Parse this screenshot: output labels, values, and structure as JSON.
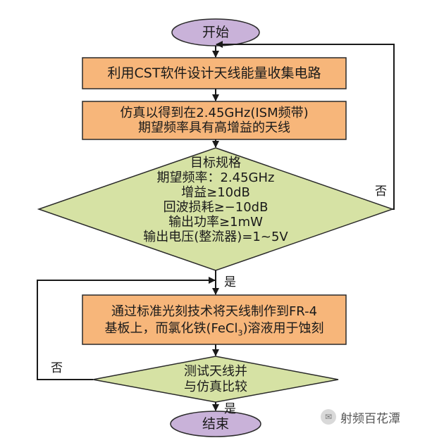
{
  "nodes": {
    "start": "开始",
    "step1": "利用CST软件设计天线能量收集电路",
    "step2_line1": "仿真以得到在2.45GHz(ISM频带)",
    "step2_line2": "期望频率具有高增益的天线",
    "decision1_lines": [
      "目标规格",
      "期望频率：2.45GHz",
      "增益≥10dB",
      "回波损耗≥−10dB",
      "输出功率≥1mW",
      "输出电压(整流器)=1~5V"
    ],
    "step3_line1": "通过标准光刻技术将天线制作到FR-4",
    "step3_line2_pre": "基板上，而氯化铁(FeCl",
    "step3_line2_sub": "3",
    "step3_line2_post": ")溶液用于蚀刻",
    "decision2_line1": "测试天线并",
    "decision2_line2": "与仿真比较",
    "end": "结束"
  },
  "edge_labels": {
    "decision1_no": "否",
    "decision1_yes": "是",
    "decision2_no": "否",
    "decision2_yes": "是"
  },
  "watermark": {
    "icon": "wechat-icon",
    "text": "射频百花潭"
  },
  "colors": {
    "oval_fill": "#c9b2d9",
    "rect_fill": "#f7b67a",
    "diamond_fill": "#d6e2a4",
    "stroke": "#2a2a2a",
    "arrow": "#1a1a1a"
  }
}
